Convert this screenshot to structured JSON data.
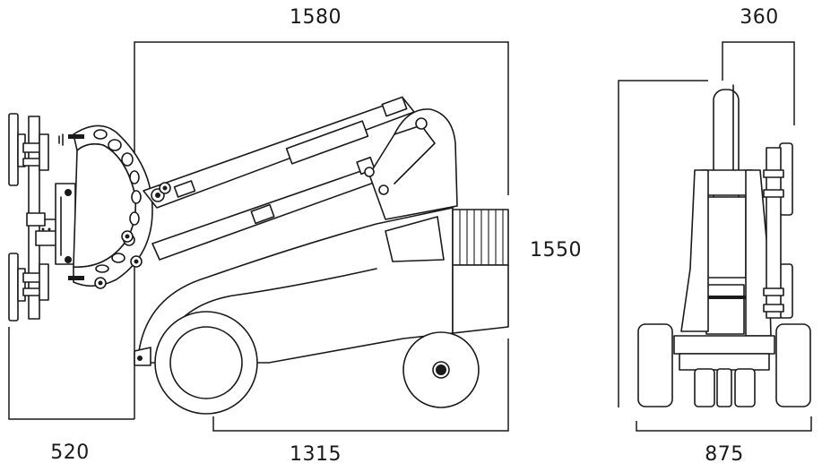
{
  "dimensions": {
    "overall_length": "1580",
    "front_offset": "360",
    "height": "1550",
    "cup_overhang": "520",
    "wheelbase": "1315",
    "width": "875"
  }
}
